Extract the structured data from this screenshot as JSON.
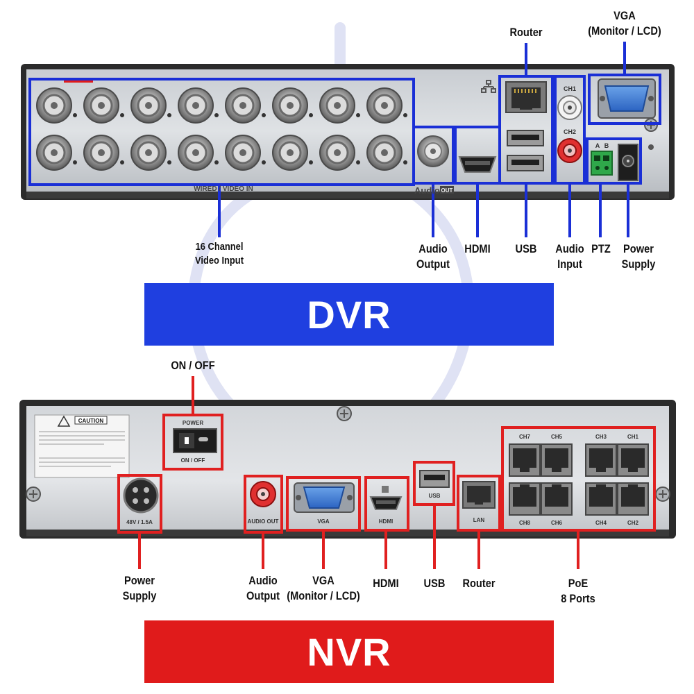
{
  "dvr": {
    "banner": "DVR",
    "colors": {
      "banner": "#1f3fe0",
      "highlight": "#1a2fd6"
    },
    "printed": {
      "wired_video_in": "WIRED / VIDEO IN",
      "audio": "Audio",
      "audio_tag": "OUT",
      "ch1": "CH1",
      "ch2": "CH2",
      "ptz_a": "A",
      "ptz_b": "B"
    },
    "callouts": {
      "router": "Router",
      "vga_line1": "VGA",
      "vga_line2": "(Monitor / LCD)",
      "video_input_line1": "16 Channel",
      "video_input_line2": "Video Input",
      "audio_output_line1": "Audio",
      "audio_output_line2": "Output",
      "hdmi": "HDMI",
      "usb": "USB",
      "audio_input_line1": "Audio",
      "audio_input_line2": "Input",
      "ptz": "PTZ",
      "power_line1": "Power",
      "power_line2": "Supply"
    }
  },
  "nvr": {
    "banner": "NVR",
    "colors": {
      "banner": "#e01b1b",
      "highlight": "#e02020"
    },
    "printed": {
      "caution": "CAUTION",
      "power": "POWER",
      "on_off": "ON / OFF",
      "power_rating": "48V / 1.5A",
      "audio_out": "AUDIO OUT",
      "vga": "VGA",
      "hdmi": "HDMI",
      "usb": "USB",
      "lan": "LAN",
      "ch7": "CH7",
      "ch5": "CH5",
      "ch3": "CH3",
      "ch1": "CH1",
      "ch8": "CH8",
      "ch6": "CH6",
      "ch4": "CH4",
      "ch2": "CH2"
    },
    "callouts": {
      "on_off": "ON / OFF",
      "power_line1": "Power",
      "power_line2": "Supply",
      "audio_output_line1": "Audio",
      "audio_output_line2": "Output",
      "vga_line1": "VGA",
      "vga_line2": "(Monitor / LCD)",
      "hdmi": "HDMI",
      "usb": "USB",
      "router": "Router",
      "poe_line1": "PoE",
      "poe_line2": "8 Ports"
    }
  }
}
